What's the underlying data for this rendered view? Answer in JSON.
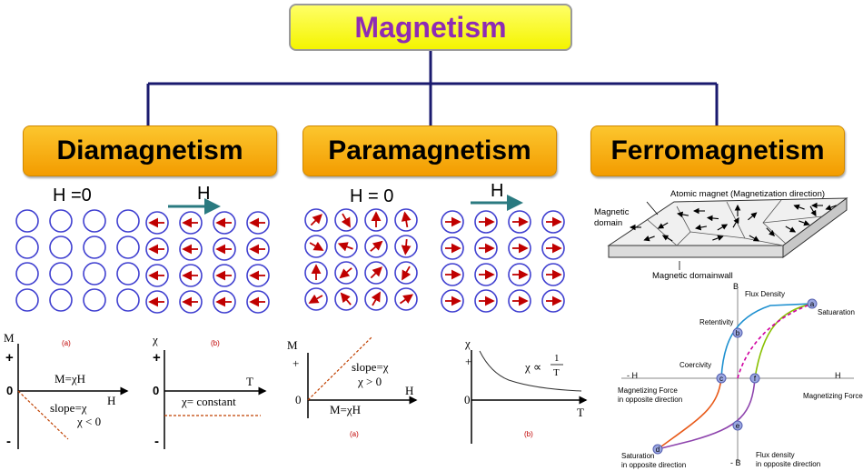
{
  "title": "Magnetism",
  "categories": [
    "Diamagnetism",
    "Paramagnetism",
    "Ferromagnetism"
  ],
  "colors": {
    "title_text": "#8e2bb5",
    "box_fill": "#f7a800",
    "title_fill": "#ffff33",
    "connector": "#1a1a6e",
    "circle": "#4040d0",
    "arrow": "#c00000"
  },
  "dia": {
    "h0_label": "H =0",
    "h_label": "H",
    "graph_a": {
      "axis_y": "M",
      "plus": "+",
      "minus": "-",
      "zero": "0",
      "axis_x": "H",
      "tag": "(a)",
      "eq": "M=χH",
      "slope": "slope=χ",
      "cond": "χ < 0"
    },
    "graph_b": {
      "axis_y": "χ",
      "plus": "+",
      "minus": "-",
      "zero": "0",
      "axis_x": "T",
      "tag": "(b)",
      "eq": "χ= constant"
    }
  },
  "para": {
    "h0_label": "H = 0",
    "h_label": "H",
    "graph_a": {
      "axis_y": "M",
      "plus": "+",
      "zero": "0",
      "axis_x": "H",
      "tag": "(a)",
      "eq": "M=χH",
      "slope": "slope=χ",
      "cond": "χ > 0"
    },
    "graph_b": {
      "axis_y": "χ",
      "plus": "+",
      "zero": "0",
      "axis_x": "T",
      "tag": "(b)",
      "eq": "χ ∝",
      "num": "1",
      "den": "T"
    }
  },
  "ferro": {
    "atomic_magnet": "Atomic magnet (Magnetization direction)",
    "domain_1": "Magnetic",
    "domain_2": "domain",
    "domain_wall": "Magnetic domainwall",
    "hysteresis": {
      "b_axis": "B",
      "neg_b": "- B",
      "h_axis": "H",
      "neg_h": "- H",
      "flux_density": "Flux Density",
      "retentivity": "Retentivity",
      "coercivity": "Coercivity",
      "saturation": "Satuaration",
      "mag_force": "Magnetizing Force",
      "opp_force_1": "Magnetizing Force",
      "opp_force_2": "in opposite direction",
      "sat_opp_1": "Saturation",
      "sat_opp_2": "in opposite direction",
      "flux_opp_1": "Flux density",
      "flux_opp_2": "in opposite direction",
      "points": [
        "a",
        "b",
        "c",
        "d",
        "e",
        "f"
      ]
    }
  }
}
